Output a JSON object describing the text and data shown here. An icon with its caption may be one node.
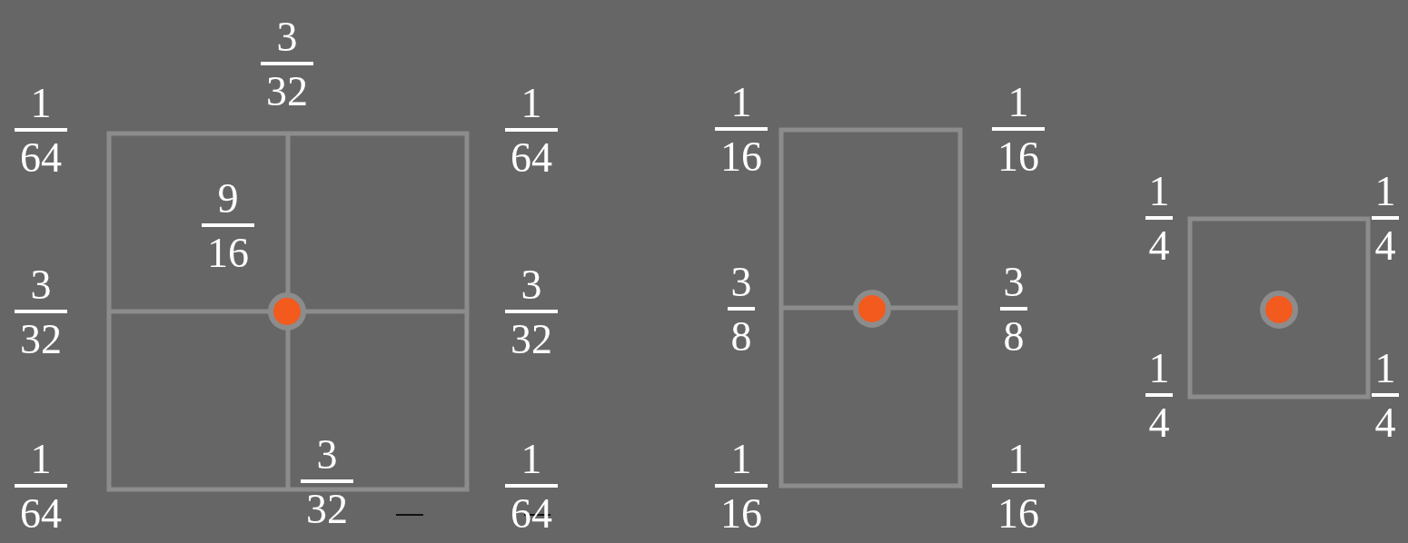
{
  "diagram": {
    "labels": [
      "3",
      "32",
      "1",
      "64",
      "1",
      "64",
      "9",
      "16",
      "3",
      "32",
      "3",
      "32",
      "1",
      "64",
      "3",
      "32",
      "1",
      "64",
      "1",
      "16",
      "1",
      "16",
      "3",
      "8",
      "3",
      "8",
      "1",
      "16",
      "1",
      "16",
      "1",
      "4",
      "1",
      "4",
      "1",
      "4",
      "1",
      "4"
    ]
  }
}
